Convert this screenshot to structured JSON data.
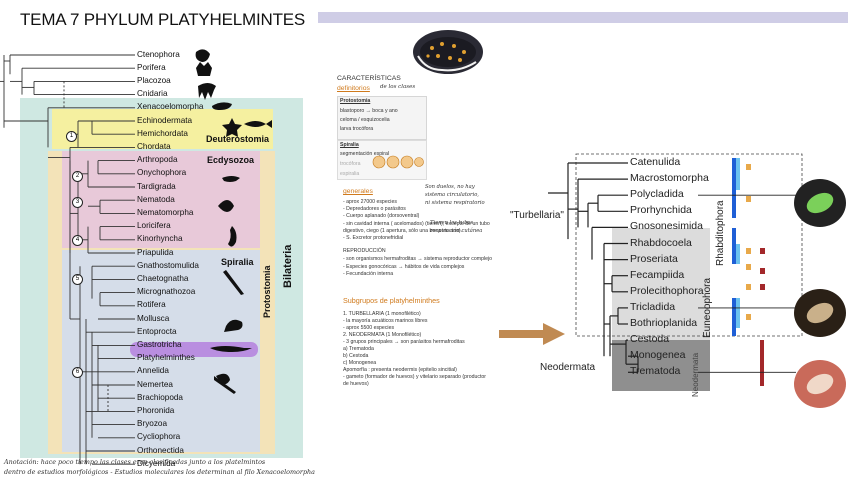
{
  "title": "TEMA 7 PHYLUM PLATYHELMINTES",
  "left_tree": {
    "taxa": [
      "Ctenophora",
      "Porifera",
      "Placozoa",
      "Cnidaria",
      "Xenacoelomorpha",
      "Echinodermata",
      "Hemichordata",
      "Chordata",
      "Arthropoda",
      "Onychophora",
      "Tardigrada",
      "Nematoda",
      "Nematomorpha",
      "Loricifera",
      "Kinorhyncha",
      "Priapulida",
      "Gnathostomulida",
      "Chaetognatha",
      "Micrognathozoa",
      "Rotifera",
      "Mollusca",
      "Entoprocta",
      "Gastrotricha",
      "Platyhelminthes",
      "Annelida",
      "Nemertea",
      "Brachiopoda",
      "Phoronida",
      "Bryozoa",
      "Cycliophora",
      "Orthonectida",
      "Dicyemida"
    ],
    "group_labels": {
      "deuterostomia": "Deuterostomia",
      "ecdysozoa": "Ecdysozoa",
      "spiralia": "Spiralia",
      "protostomia": "Protostomia",
      "bilateria": "Bilateria"
    },
    "node_numbers": [
      "1",
      "2",
      "3",
      "4",
      "5",
      "6"
    ],
    "colors": {
      "bilateria": "#cfe8e2",
      "protostomia": "#f3e3b8",
      "deuterostomia": "#f5f0a0",
      "ecdysozoa": "#e8c9d9",
      "spiralia": "#d5dde9",
      "highlight": "#b98ee0"
    },
    "handwritten_note": [
      "Anotación: hace poco tiempo las clases eran clasificadas junto a los platelmintos",
      "dentro de estudios morfológicos - Estudios moleculares los determinan al filo Xenacoelomorpha"
    ]
  },
  "middle_notes": {
    "caracteristicas": "CARACTERÍSTICAS",
    "definitorios": "definitorios",
    "definitorios_hand": "de los clases",
    "proto_head": "Protostomia",
    "proto_lines": [
      "blastoporo → boca y ano",
      "celoma / esquizocelia",
      "larva trocófora"
    ],
    "spiral_head": "Spiralia",
    "spiral_lines": [
      "segmentación espiral",
      "trocófora",
      "espiralia"
    ],
    "generales": "generales",
    "generales_lines": [
      "- aprox 27000 especies",
      "- Depredadores o parásitos",
      "- Cuerpo aplanado (dorsoventral)",
      "- sin cavidad interna ( acelomados) (tienen), excepto de un tubo",
      "  digestivo, ciego (1 apertura, sólo una boca sin ano).",
      "- S. Excretor protonefridial"
    ],
    "repro_head": "REPRODUCCIÓN",
    "repro_lines": [
      "- son organismos hermafroditas → sistema reproductor complejo",
      "- Especies gonocóricas → hábitos de vida complejos",
      "- Fecundación interna"
    ],
    "hand_notes": [
      "Son duelos, no hay",
      "sistema circulatorio,",
      "ni sistema respiratorio",
      "Tienen los tubos",
      "respiración cutánea"
    ],
    "subgrupos_title": "Subgrupos de platyhelminthes",
    "sub_lines": [
      "1. TURBELLARIA (1 monofilético)",
      "- la mayoría acuáticos marinos libres",
      "- aprox 5500 especies",
      "2. NEODERMATA (1 Monofilético)",
      "- 3 grupos principales → son parásitos hermafroditas",
      "a) Trematoda",
      "b) Cestoda",
      "c) Monogenea",
      "Apomorfía : presenta neodermis (epitelio sincitial)",
      "- gameto (formador de huevos) y vitelario separado (productor",
      "de huevos)"
    ]
  },
  "right_tree": {
    "taxa": [
      "Catenulida",
      "Macrostomorpha",
      "Polycladida",
      "Prorhynchida",
      "Gnosonesimida",
      "Rhabdocoela",
      "Proseriata",
      "Fecampiida",
      "Prolecithophora",
      "Tricladida",
      "Bothrioplanida",
      "Cestoda",
      "Monogenea",
      "Trematoda"
    ],
    "turbellaria": "\"Turbellaria\"",
    "neodermata": "Neodermata",
    "rhabditophora": "Rhabditophora",
    "euneoophora": "Euneoophora",
    "neodermata_vertical": "Neodermata",
    "colors": {
      "blue": "#1f5fd6",
      "light_blue": "#6cc2ef",
      "orange": "#e8a94a",
      "red": "#a3282a",
      "shade": "#dcdcdc",
      "shade_dark": "#8f8f8f",
      "arrow": "#c08a52"
    }
  }
}
